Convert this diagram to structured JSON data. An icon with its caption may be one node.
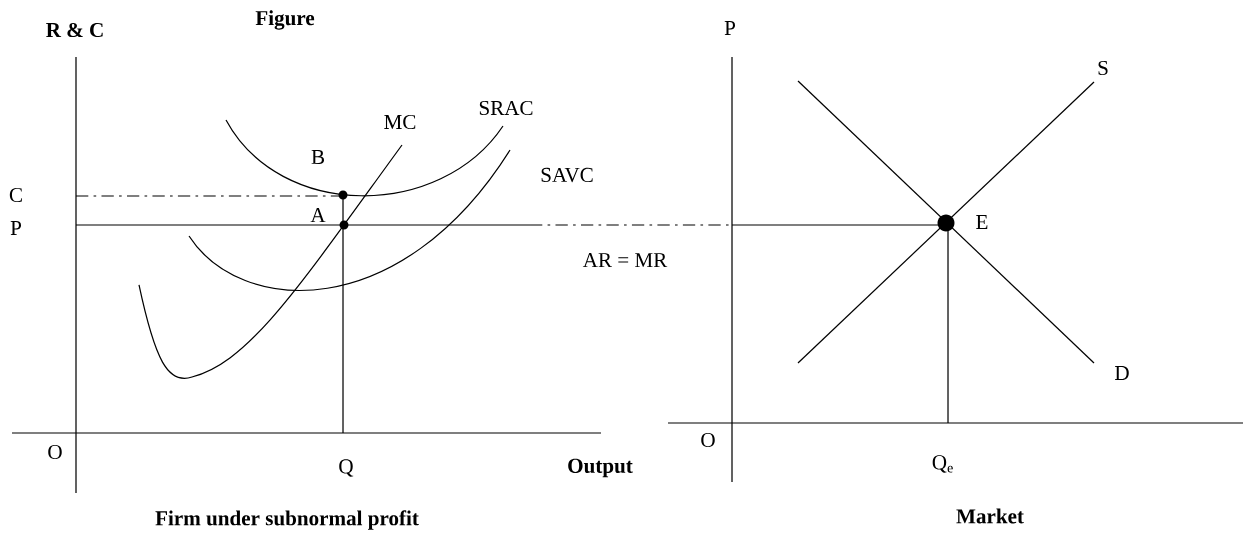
{
  "diagram": {
    "title": "Figure",
    "labels": [
      "R & C",
      "P",
      "MC",
      "SRAC",
      "S",
      "B",
      "SAVC",
      "C",
      "P",
      "A",
      "E",
      "AR = MR",
      "D",
      "O",
      "O",
      "Q",
      "Output",
      "Q$_{e}$",
      "Firm under subnormal profit",
      "Market"
    ]
  }
}
